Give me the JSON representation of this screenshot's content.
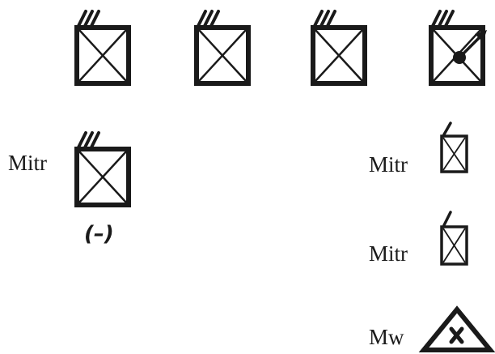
{
  "symbols": [
    {
      "id": "unit-symbol-1",
      "shape": "box-x",
      "slashes": 3,
      "modifier": ""
    },
    {
      "id": "unit-symbol-2",
      "shape": "box-x",
      "slashes": 3,
      "modifier": ""
    },
    {
      "id": "unit-symbol-3",
      "shape": "box-x",
      "slashes": 3,
      "modifier": ""
    },
    {
      "id": "unit-symbol-4",
      "shape": "box-x",
      "slashes": 3,
      "modifier": "dot-arrow"
    },
    {
      "id": "unit-symbol-5",
      "shape": "box-x",
      "slashes": 3,
      "modifier": "",
      "label": "Mitr",
      "sub_label": "(–)"
    },
    {
      "id": "unit-symbol-6",
      "shape": "box-x",
      "slashes": 1,
      "modifier": "",
      "label": "Mitr"
    },
    {
      "id": "unit-symbol-7",
      "shape": "box-x",
      "slashes": 1,
      "modifier": "",
      "label": "Mitr"
    },
    {
      "id": "unit-symbol-8",
      "shape": "triangle-x",
      "slashes": 0,
      "modifier": "",
      "label": "Mw"
    }
  ],
  "colors": {
    "ink": "#1a1a1a",
    "background": "#ffffff"
  }
}
